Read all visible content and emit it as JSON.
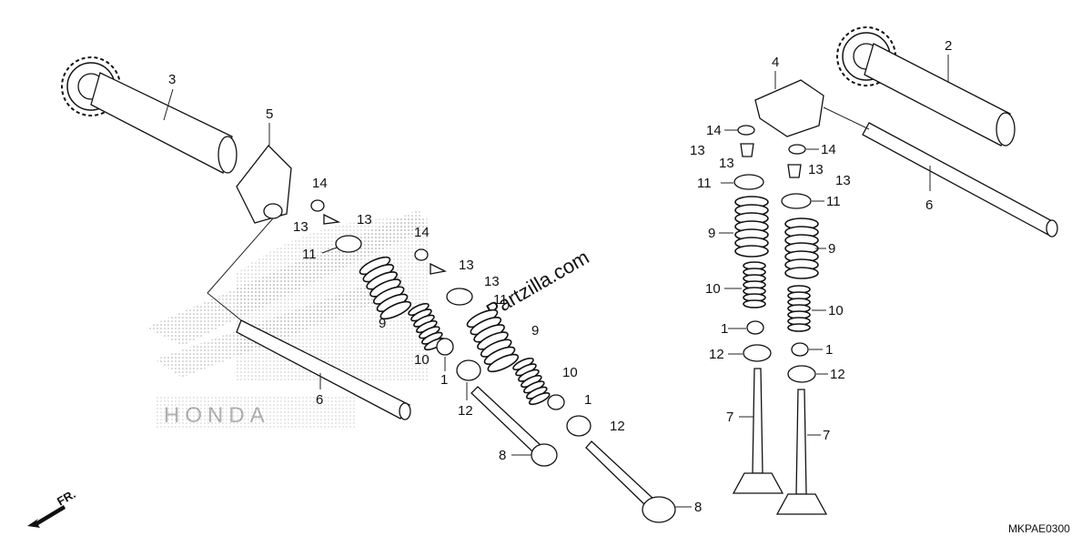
{
  "brand": {
    "watermark_text": "HONDA",
    "site_watermark": "Partzilla.com"
  },
  "footer": {
    "diagram_code": "MKPAE0300"
  },
  "direction": {
    "label": "FR."
  },
  "callouts": {
    "c1": "1",
    "c2": "2",
    "c3": "3",
    "c4": "4",
    "c5": "5",
    "c6": "6",
    "c7": "7",
    "c8": "8",
    "c9": "9",
    "c10": "10",
    "c11": "11",
    "c12": "12",
    "c13": "13",
    "c14": "14"
  },
  "colors": {
    "ink": "#111111",
    "watermark": "#b8b8b8",
    "background": "#ffffff"
  },
  "icons": {
    "direction_arrow": "arrow-down-left-icon"
  }
}
